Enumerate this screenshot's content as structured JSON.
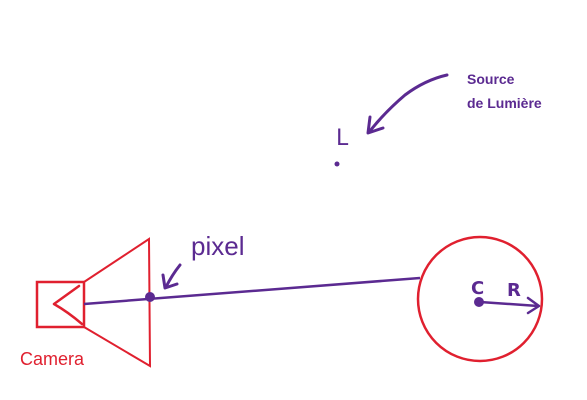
{
  "labels": {
    "light_source_line1": "Source",
    "light_source_line2": "de Lumière",
    "light_point": "L",
    "pixel": "pixel",
    "camera": "Camera",
    "sphere_center": "C",
    "sphere_radius": "R"
  },
  "colors": {
    "purple": "#5b2a91",
    "red": "#e0202f",
    "background": "#ffffff"
  }
}
